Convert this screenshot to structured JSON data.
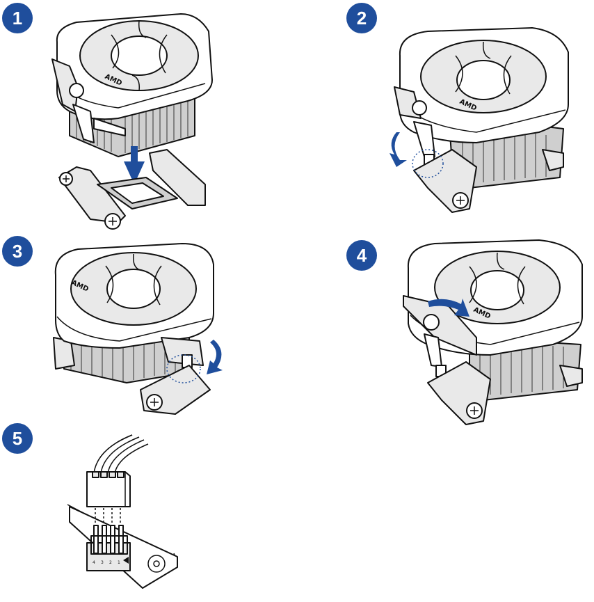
{
  "steps": [
    {
      "number": "1",
      "brand": "AMD"
    },
    {
      "number": "2",
      "brand": "AMD"
    },
    {
      "number": "3",
      "brand": "AMD"
    },
    {
      "number": "4",
      "brand": "AMD"
    },
    {
      "number": "5",
      "pins": [
        "4",
        "3",
        "2",
        "1"
      ]
    }
  ],
  "colors": {
    "badge": "#1f4e9c",
    "arrow": "#1f4e9c",
    "line": "#111111"
  },
  "icons": [
    "step-number-badge",
    "downward-arrow-icon",
    "rotation-arrow-icon",
    "fan-connector-icon"
  ]
}
